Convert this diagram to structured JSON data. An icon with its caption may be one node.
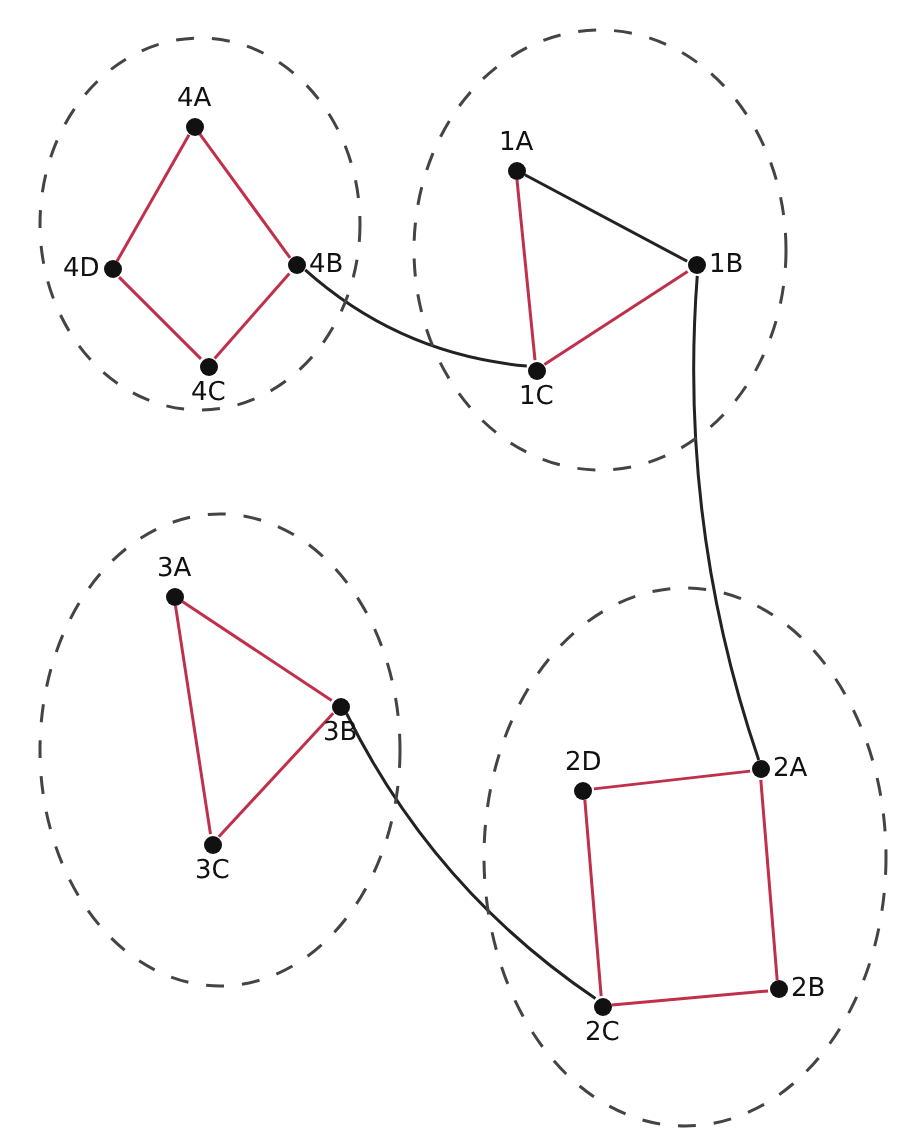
{
  "diagram": {
    "nodes": [
      {
        "text": [],
        "shape": "circle"
      },
      {
        "text": [
          "1A"
        ],
        "in": 0
      },
      {
        "text": [
          "1B"
        ],
        "in": 0
      },
      {
        "text": [
          "1C"
        ],
        "in": 0
      },
      {
        "text": [],
        "shape": "circle"
      },
      {
        "text": [
          "2A"
        ],
        "in": 4
      },
      {
        "text": [
          "2B"
        ],
        "in": 4
      },
      {
        "text": [
          "2C"
        ],
        "in": 4
      },
      {
        "text": [
          "2D"
        ],
        "in": 4
      },
      {
        "text": [],
        "shape": "circle"
      },
      {
        "text": [
          "3A"
        ],
        "in": 9
      },
      {
        "text": [
          "3B"
        ],
        "in": 9
      },
      {
        "text": [
          "3C"
        ],
        "in": 9
      },
      {
        "text": [],
        "shape": "circle"
      },
      {
        "text": [
          "4A"
        ],
        "in": 13
      },
      {
        "text": [
          "4B"
        ],
        "in": 13
      },
      {
        "text": [
          "4C"
        ],
        "in": 13
      },
      {
        "text": [
          "4D"
        ],
        "in": 13
      }
    ],
    "edges": [
      {
        "from": 1,
        "to": 2,
        "arrow": "none",
        "color": "#222222"
      },
      {
        "from": 2,
        "to": 3,
        "arrow": "none"
      },
      {
        "from": 3,
        "to": 1,
        "arrow": "none"
      },
      {
        "from": 5,
        "to": 6,
        "arrow": "none"
      },
      {
        "from": 6,
        "to": 7,
        "arrow": "none"
      },
      {
        "from": 7,
        "to": 8,
        "arrow": "none"
      },
      {
        "from": 8,
        "to": 5,
        "arrow": "none"
      },
      {
        "from": 10,
        "to": 11,
        "arrow": "none"
      },
      {
        "from": 11,
        "to": 12,
        "arrow": "none"
      },
      {
        "from": 12,
        "to": 10,
        "arrow": "none"
      },
      {
        "from": 14,
        "to": 15,
        "arrow": "none"
      },
      {
        "from": 15,
        "to": 16,
        "arrow": "none"
      },
      {
        "from": 16,
        "to": 17,
        "arrow": "none"
      },
      {
        "from": 17,
        "to": 14,
        "arrow": "none"
      },
      {
        "from": 2,
        "to": 5,
        "arrow": "none",
        "color": "#222222"
      },
      {
        "from": 3,
        "to": 15,
        "arrow": "none",
        "color": "#222222"
      },
      {
        "from": 11,
        "to": 7,
        "arrow": "none",
        "color": "#222222"
      }
    ]
  }
}
